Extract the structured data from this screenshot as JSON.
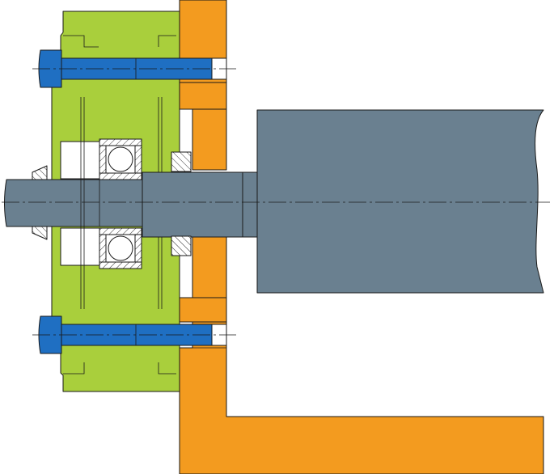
{
  "colors": {
    "housing": "#f39b1f",
    "flange": "#a9cf3c",
    "shaft": "#6a8090",
    "bolt": "#1f6fc2",
    "bearing": "#ffffff",
    "outline": "#1a1a1a"
  },
  "parts": [
    "orange-housing",
    "green-flange",
    "grey-shaft",
    "blue-bolts",
    "ball-bearings",
    "lip-seals"
  ]
}
